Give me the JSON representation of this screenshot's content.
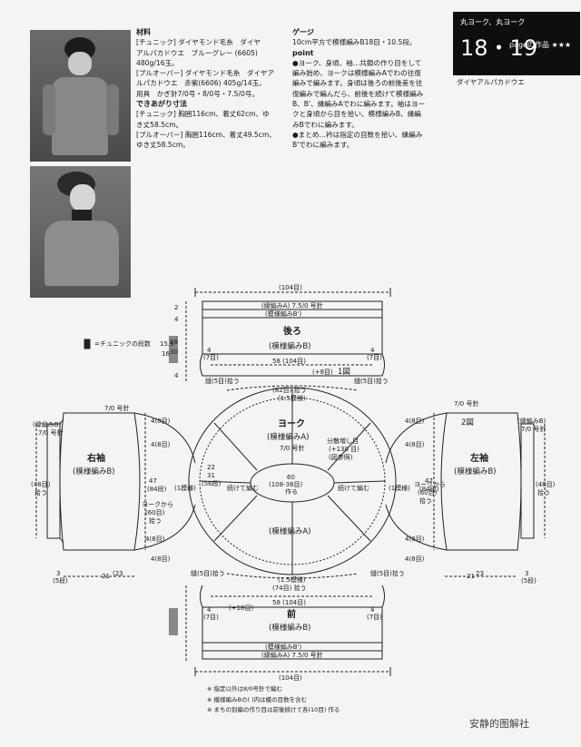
{
  "photos": {
    "top_alt": "",
    "bottom_alt": ""
  },
  "materials": {
    "heading": "材料",
    "tunic_line1": "[チュニック] ダイヤモンド毛糸　ダイヤ",
    "tunic_line2": "アルパカドウエ　ブルーグレー (6605)",
    "tunic_line3": "480g/16玉。",
    "pullover_line1": "[プルオーバー] ダイヤモンド毛糸　ダイヤア",
    "pullover_line2": "ルパカドウエ　赤紫(6606) 405g/14玉。",
    "tools": "用具　かぎ針7/0号・8/0号・7.5/0号。",
    "size_heading": "できあがり寸法",
    "tunic_size1": "[チュニック] 胸囲116cm、着丈62cm、ゆ",
    "tunic_size2": "き丈58.5cm。",
    "pullover_size1": "[プルオーバー] 胸囲116cm、着丈49.5cm、",
    "pullover_size2": "ゆき丈58.5cm。"
  },
  "gauge": {
    "heading": "ゲージ",
    "text": "10cm平方で模様編みB18目・10.5段。",
    "point_heading": "point",
    "p1": "●ヨーク、身頃、袖…共鎖の作り目をして",
    "p2": "編み始め、ヨークは模様編みAでわの往復",
    "p3": "編みで編みます。身頃は後ろの前後差を往",
    "p4": "復編みで編んだら、前後を続けて模様編み",
    "p5": "B、B'、縁編みAでわに編みます。袖はヨー",
    "p6": "クと身頃から目を拾い、模様編みB、縁編",
    "p7": "みBでわに編みます。",
    "p8": "●まとめ…衿は指定の目数を拾い、縁編み",
    "p9": "B'でわに編みます。"
  },
  "header": {
    "title": "丸ヨーク、丸ヨーク",
    "pages": "18・19",
    "suffix": "pageの作品 ★★★",
    "yarn": "ダイヤアルパカドウエ"
  },
  "diagram": {
    "back": "後ろ",
    "back_pattern": "(模様編みB)",
    "front": "前",
    "front_pattern": "(模様編みB)",
    "yoke": "ヨーク",
    "yoke_pattern": "(模様編みA)",
    "yoke_needle": "7/0 号針",
    "yoke_pattern2": "(模様編みA)",
    "right_sleeve": "右袖",
    "right_sleeve_pattern": "(模様編みB)",
    "left_sleeve": "左袖",
    "left_sleeve_pattern": "(模様編みB)",
    "fig1": "1図",
    "fig2": "2図",
    "edge_a_top": "(縁編みA) 7.5/0 号針",
    "pattern_b_prime_top": "(模様編みB')",
    "edge_a_bottom": "(縁編みA) 7.5/0 号針",
    "pattern_b_prime_bottom": "(模様編みB')",
    "width_104_top": "(104目)",
    "width_104_bottom": "(104目)",
    "w58_104": "58 (104目)",
    "w58_104_front": "58 (104目)",
    "plus8": "(+8目)",
    "plus18": "(+18目)",
    "w82": "(82目) 拾う",
    "w74": "(74目) 拾う",
    "pitch15_a": "(1.5模様)",
    "pitch15_b": "(1.5模様)",
    "center_60": "60",
    "center_108": "(108-36目)",
    "center_make": "作る",
    "inc_note": "分散増し目",
    "inc_130": "(+130 目)",
    "inc_fig": "(図参照)",
    "v22": "22",
    "v31": "31",
    "v56": "(56段)",
    "cont_left": "続けて編む",
    "cont_right": "続けて編む",
    "mod1_left": "(1模様)",
    "mod1_right": "(1模様)",
    "sleeve_edge_b_l": "(縁編みB)",
    "sleeve_edge_b_l2": "7/0 号針",
    "sleeve_edge_b_r": "(縁編みB)",
    "sleeve_edge_b_r2": "7/0 号針",
    "sl_48_l": "(48目)",
    "sl_48_l2": "拾う",
    "sl_48_r": "(48目)",
    "sl_48_r2": "拾う",
    "sl_47_l": "47",
    "sl_84_l": "(84段)",
    "sl_47_r": "47",
    "sl_84_r": "(84段)",
    "sl_21_l": "21",
    "sl_23_l": "(23",
    "sl_21_r": "21",
    "sl_23_r": "23",
    "yoke_from_l": "ヨークから",
    "yoke_from_l2": "(60目)",
    "yoke_from_l3": "拾う",
    "yoke_from_r": "ヨークから",
    "yoke_from_r2": "(60目)",
    "yoke_from_r3": "拾う",
    "needle_70_l": "7/0 号針",
    "needle_70_r": "7/0 号針",
    "from4_a": "4(8目)",
    "from4_b": "4(8目)",
    "from4_c": "4(8目)",
    "from4_d": "4(8目)",
    "from4_e": "4(8目)",
    "from4_f": "4(8目)",
    "from4_g": "4(8目)",
    "from4_h": "4(8目)",
    "side_2": "2",
    "side_4": "4",
    "side_55": "5.5",
    "side_155": "15.5",
    "side_16": "16",
    "side_28": "28",
    "side_30": "30",
    "side_4b": "4",
    "legend": "=チュニックの段数",
    "seam_l": "縫(5目)拾う",
    "seam_r": "縫(5目)拾う",
    "seam_fl": "縫(5目)拾う",
    "seam_fr": "縫(5目)拾う",
    "f_4": "4",
    "f_7": "(7目)",
    "f_4r": "4",
    "f_7r": "(7目)",
    "b_4": "4",
    "b_7": "(7目)",
    "b_4r": "4",
    "b_7r": "(7目)",
    "side3_l": "3",
    "side5_l": "(5段)",
    "side3_r": "3",
    "side5_r": "(5段)"
  },
  "notes": {
    "n1": "※ 指定以外は8/0号針で編む",
    "n2": "※ 模様編みBの(  )内は模の目数を含む",
    "n3": "※ まちの別編の作り目は前後続けて各(10目) 作る"
  },
  "watermark": "安静的图解社"
}
